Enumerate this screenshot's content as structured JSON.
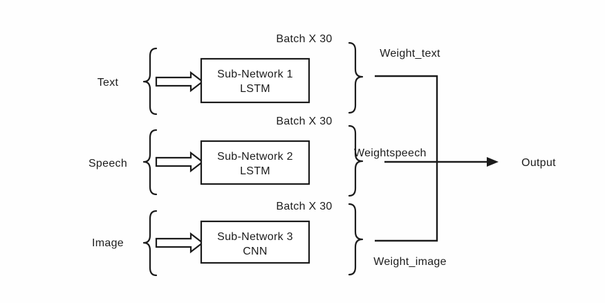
{
  "diagram": {
    "rows": [
      {
        "input_label": "Text",
        "batch_label": "Batch X 30",
        "box_title": "Sub-Network 1",
        "box_subtitle": "LSTM",
        "weight_label": "Weight_text"
      },
      {
        "input_label": "Speech",
        "batch_label": "Batch X 30",
        "box_title": "Sub-Network 2",
        "box_subtitle": "LSTM",
        "weight_label": "Weightspeech"
      },
      {
        "input_label": "Image",
        "batch_label": "Batch X 30",
        "box_title": "Sub-Network 3",
        "box_subtitle": "CNN",
        "weight_label": "Weight_image"
      }
    ],
    "output_label": "Output",
    "colors": {
      "stroke": "#1b1b1b",
      "background": "#fefefe",
      "box_fill": "#ffffff"
    }
  }
}
